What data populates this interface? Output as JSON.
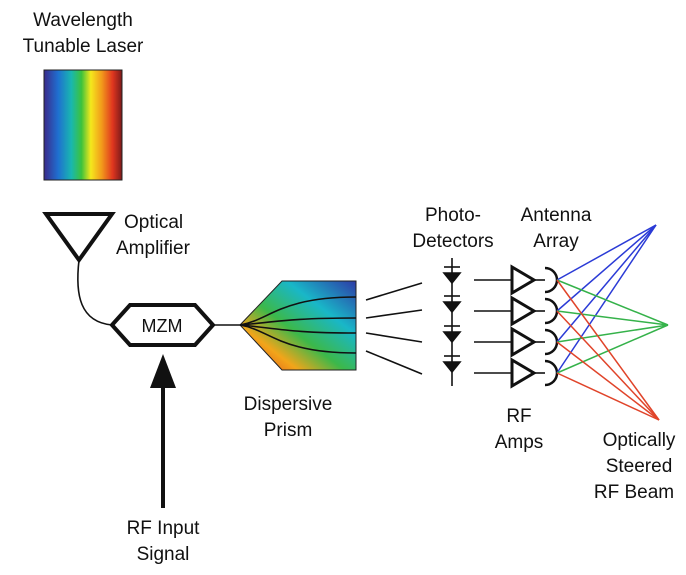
{
  "labels": {
    "laser": [
      "Wavelength",
      "Tunable Laser"
    ],
    "amplifier": [
      "Optical",
      "Amplifier"
    ],
    "modulator": "MZM",
    "prism": [
      "Dispersive",
      "Prism"
    ],
    "photodetectors": [
      "Photo-",
      "Detectors"
    ],
    "antenna": [
      "Antenna",
      "Array"
    ],
    "rf_amps": [
      "RF",
      "Amps"
    ],
    "beam": [
      "Optically",
      "Steered",
      "RF Beam"
    ],
    "input": [
      "RF Input",
      "Signal"
    ]
  },
  "colors": {
    "line": "#111111",
    "beam_blue": "#2b3bd6",
    "beam_green": "#35b24a",
    "beam_red": "#e0442a",
    "laser_spectrum": [
      "#3a2a8a",
      "#1f6fd0",
      "#19b7b0",
      "#3cc23c",
      "#f4e81c",
      "#f29a1b",
      "#e0361f",
      "#7b1a1a"
    ]
  }
}
